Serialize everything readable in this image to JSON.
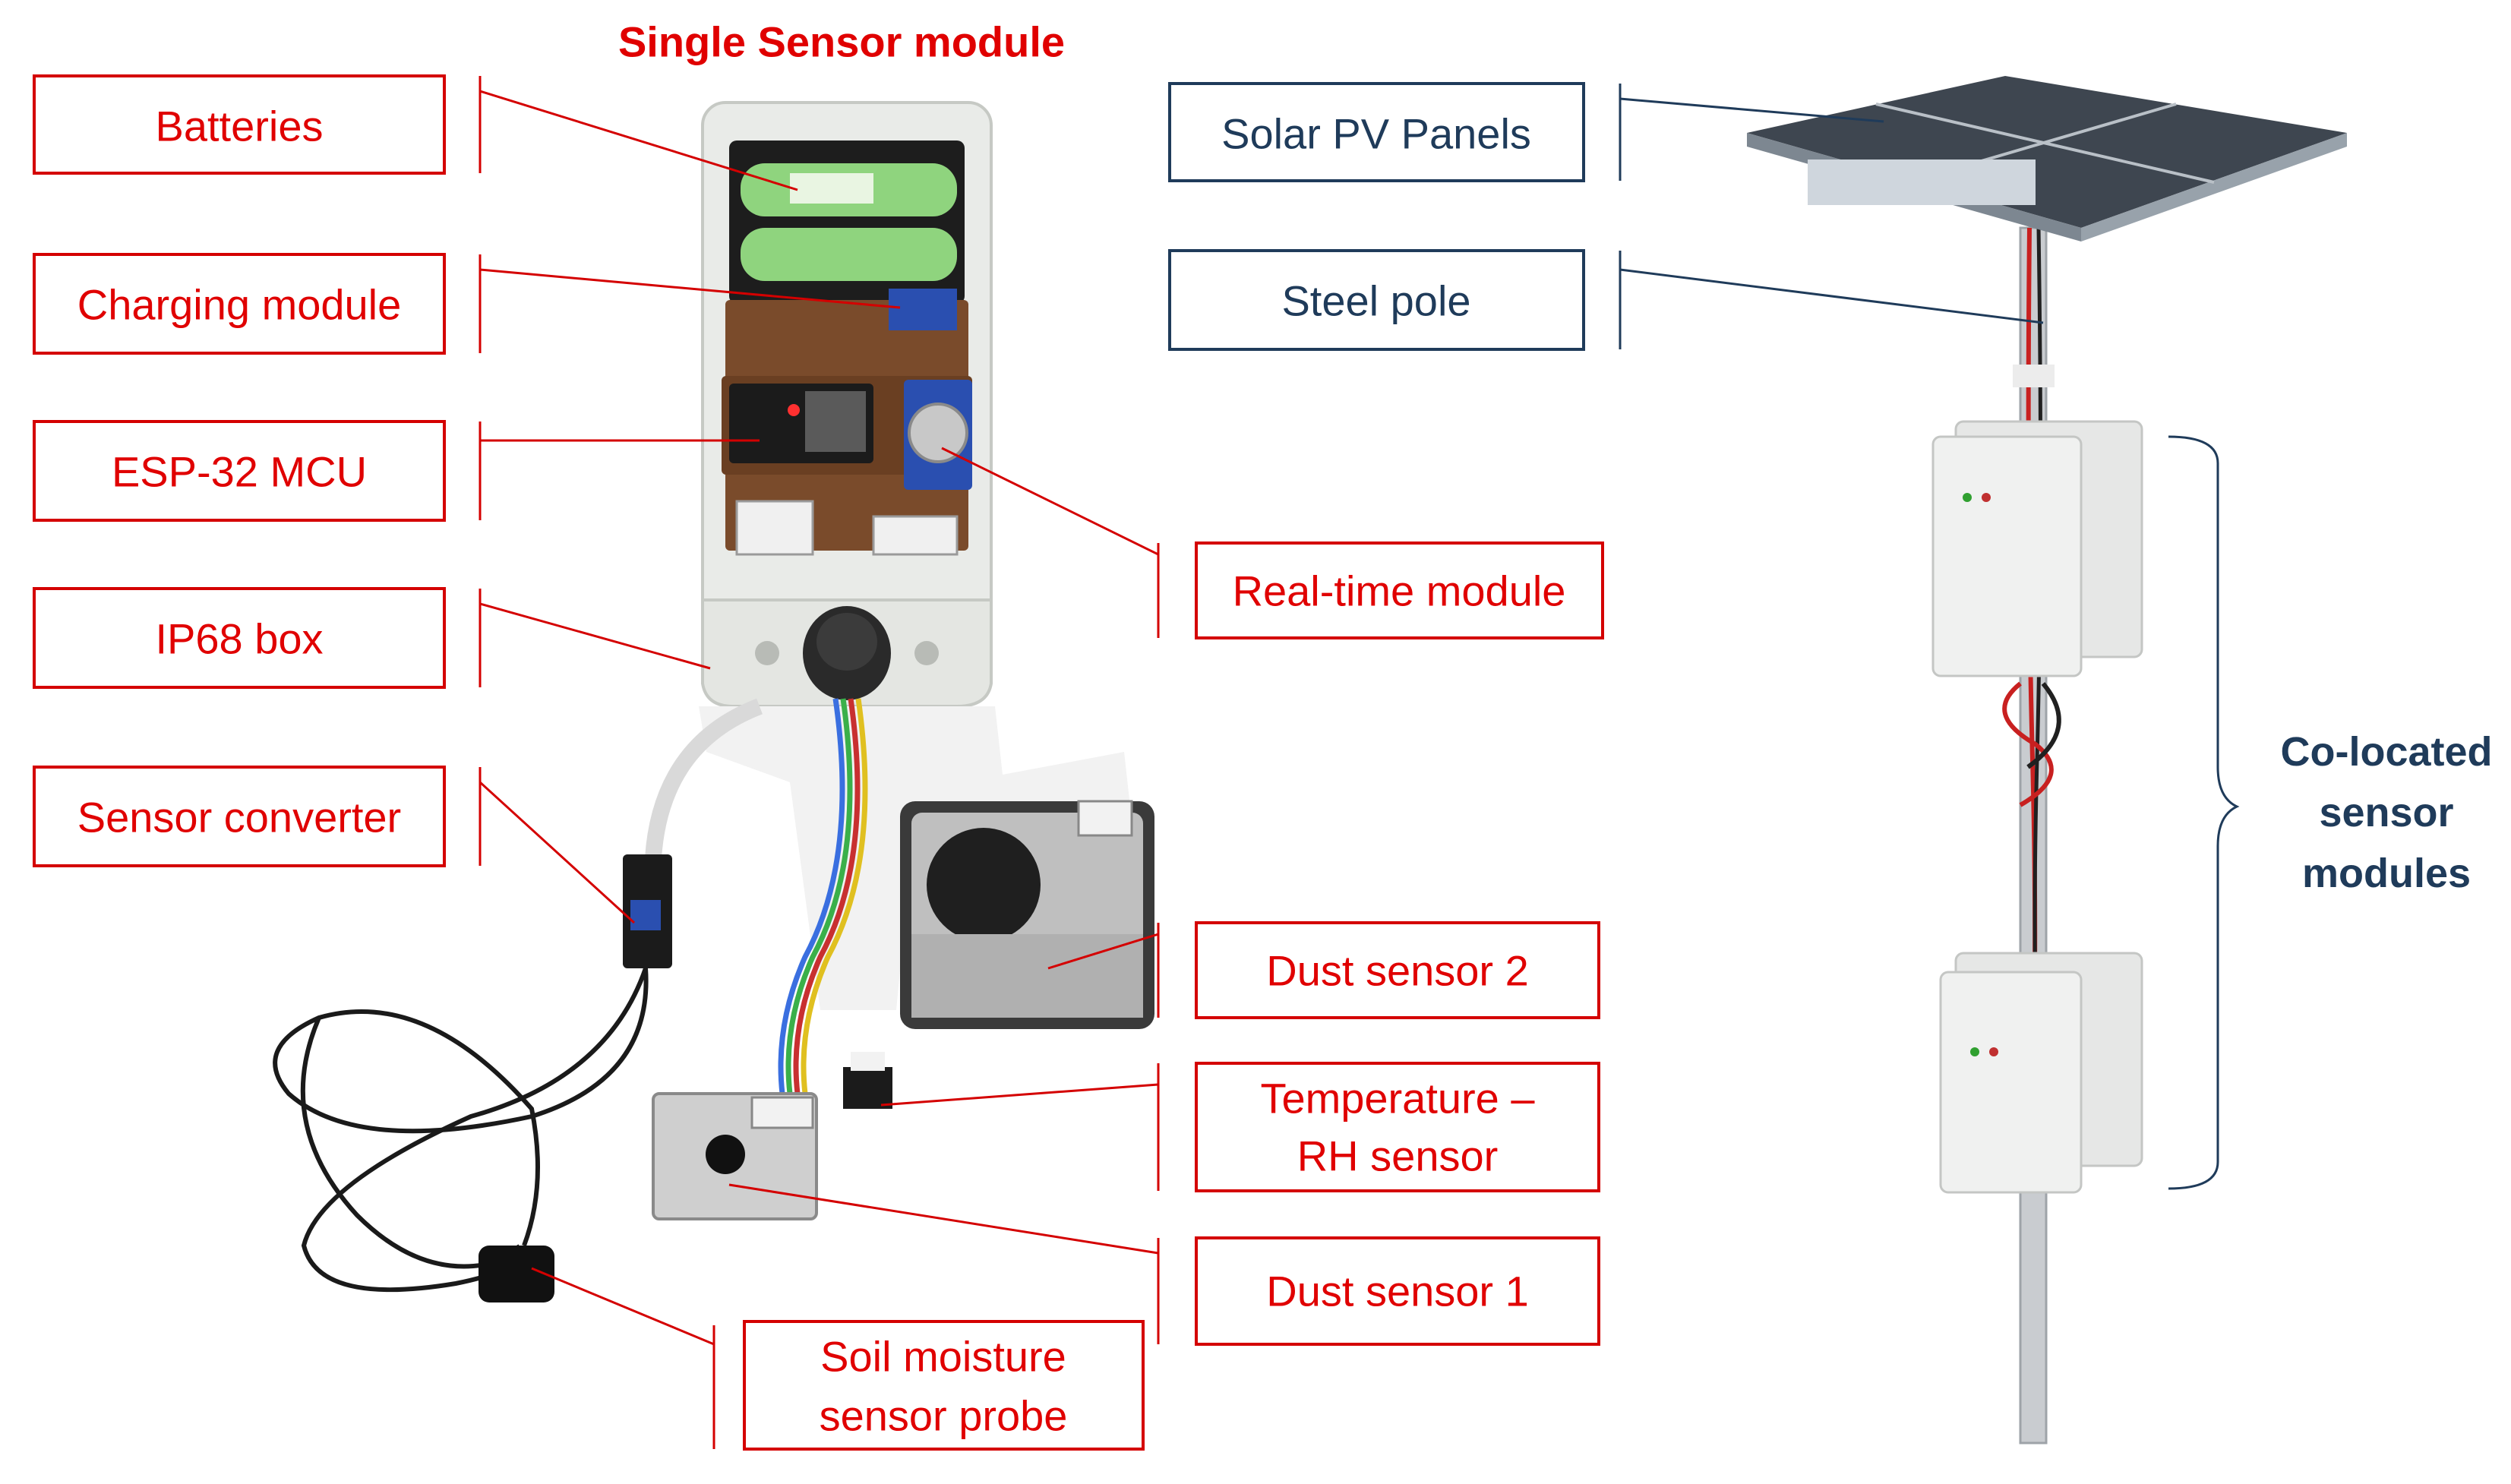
{
  "title": "Single Sensor module",
  "labels": {
    "batteries": "Batteries",
    "charging_module": "Charging module",
    "esp32_mcu": "ESP-32 MCU",
    "ip68_box": "IP68 box",
    "sensor_converter": "Sensor converter",
    "real_time_module": "Real-time module",
    "dust_sensor_2": "Dust sensor 2",
    "temp_rh_line1": "Temperature –",
    "temp_rh_line2": "RH sensor",
    "dust_sensor_1": "Dust sensor 1",
    "soil_line1": "Soil moisture",
    "soil_line2": "sensor probe",
    "solar_pv_panels": "Solar PV Panels",
    "steel_pole": "Steel pole"
  },
  "colocated": {
    "line1": "Co-located",
    "line2": "sensor",
    "line3": "modules"
  },
  "colors": {
    "label_red": "#e00000",
    "label_blue": "#1f3b5a"
  }
}
